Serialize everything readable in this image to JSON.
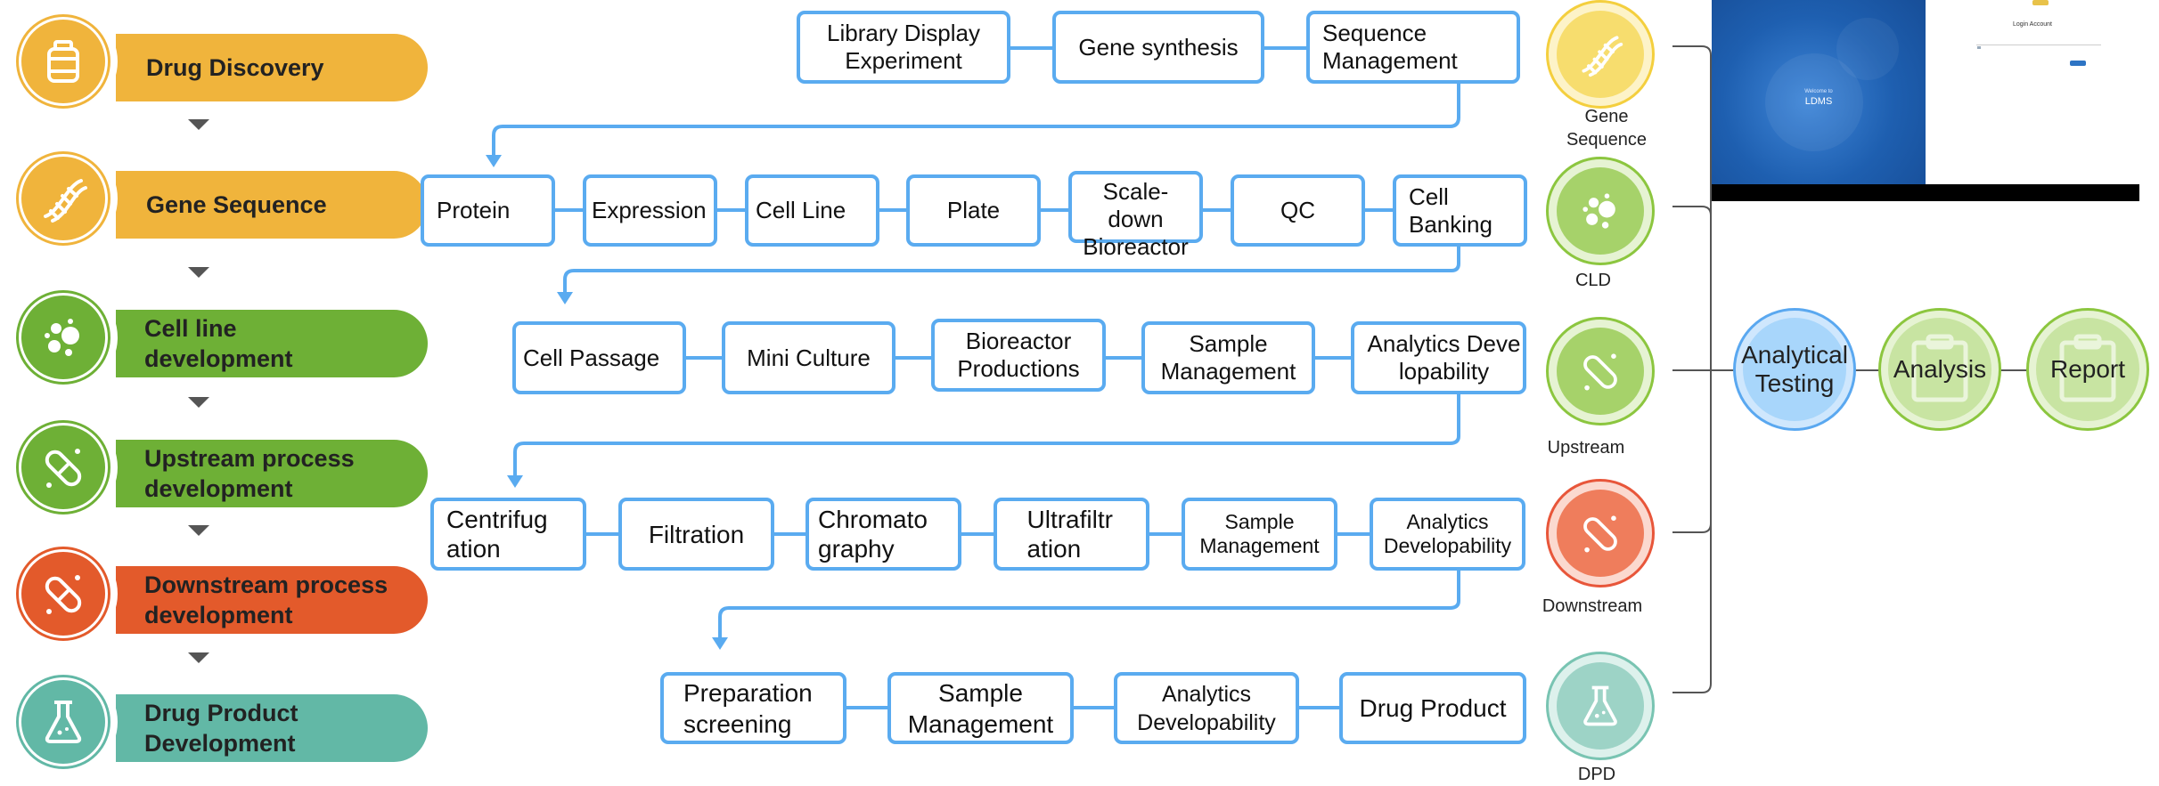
{
  "stages": [
    {
      "label": "Drug Discovery",
      "color": "#f0b43c",
      "icon": "bottle-icon"
    },
    {
      "label": "Gene Sequence",
      "color": "#f0b43c",
      "icon": "dna-icon"
    },
    {
      "label": "Cell line development",
      "color": "#6eb036",
      "icon": "cells-icon"
    },
    {
      "label": "Upstream process development",
      "color": "#6eb036",
      "icon": "capsule-icon"
    },
    {
      "label": "Downstream process development",
      "color": "#e35a2b",
      "icon": "capsule-icon"
    },
    {
      "label": "Drug Product Development",
      "color": "#62b8a6",
      "icon": "flask-icon"
    }
  ],
  "rows": {
    "gene": [
      "Library Display Experiment",
      "Gene synthesis",
      "Sequence Management"
    ],
    "cld": [
      "Protein",
      "Expression",
      "Cell Line",
      "Plate",
      "Scale-down Bioreactor",
      "QC",
      "Cell Banking"
    ],
    "upstream": [
      "Cell Passage",
      "Mini Culture",
      "Bioreactor Productions",
      "Sample Management",
      "Analytics Developability"
    ],
    "downstream": [
      "Centrifugation",
      "Filtration",
      "Chromatography",
      "Ultrafiltration",
      "Sample Management",
      "Analytics Developability"
    ],
    "dpd": [
      "Preparation screening",
      "Sample Management",
      "Analytics Developability",
      "Drug Product"
    ]
  },
  "categories": [
    {
      "label": "Gene Sequence",
      "color": "#f4cf3e",
      "icon": "dna-icon"
    },
    {
      "label": "CLD",
      "color": "#8cc63f",
      "icon": "cells-icon"
    },
    {
      "label": "Upstream",
      "color": "#8cc63f",
      "icon": "capsule-icon"
    },
    {
      "label": "Downstream",
      "color": "#e8563a",
      "icon": "capsule-icon"
    },
    {
      "label": "DPD",
      "color": "#79c4b2",
      "icon": "flask-icon"
    }
  ],
  "final_steps": [
    {
      "label": "Analytical Testing",
      "color": "#5aa8f0",
      "icon": ""
    },
    {
      "label": "Analysis",
      "color": "#8cc63f",
      "icon": "clipboard-icon"
    },
    {
      "label": "Report",
      "color": "#8cc63f",
      "icon": "clipboard-icon"
    }
  ],
  "screenshot": {
    "welcome": "Welcome to",
    "app_name": "LDMS",
    "login_title": "Login Account"
  },
  "colors": {
    "box_border": "#5aabf0",
    "connector": "#5aabf0",
    "bracket": "#555555"
  }
}
